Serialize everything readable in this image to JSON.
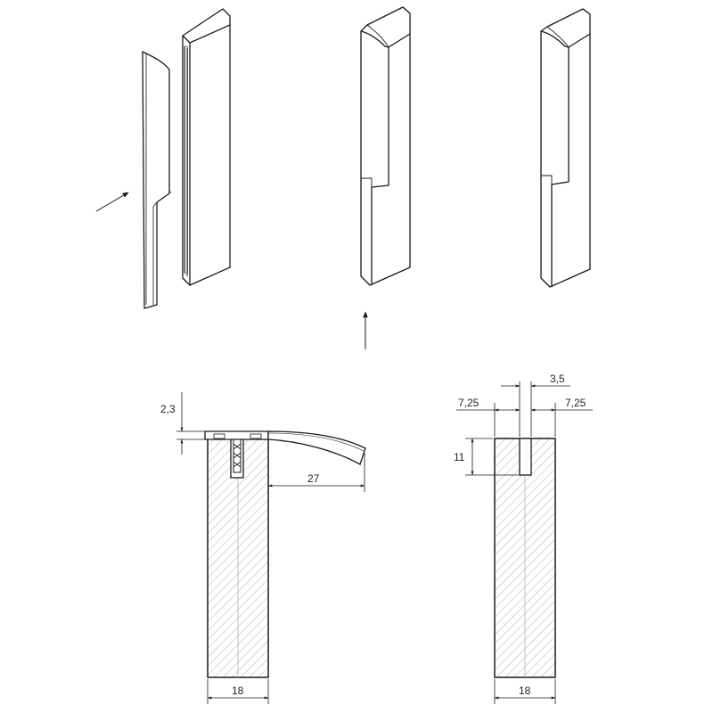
{
  "colors": {
    "line": "#1a1a1a",
    "hatch": "#9a9a9a",
    "center": "#b0b0b0",
    "background": "#ffffff"
  },
  "dimensions": {
    "left_section": {
      "lip_thickness": "2,3",
      "overhang": "27",
      "width": "18"
    },
    "right_section": {
      "groove_width": "3,5",
      "left_offset": "7,25",
      "right_offset": "7,25",
      "groove_depth": "11",
      "width": "18"
    }
  },
  "icons": {
    "assembly_arrow_left": "arrow-icon",
    "assembly_arrow_bottom": "arrow-icon"
  }
}
